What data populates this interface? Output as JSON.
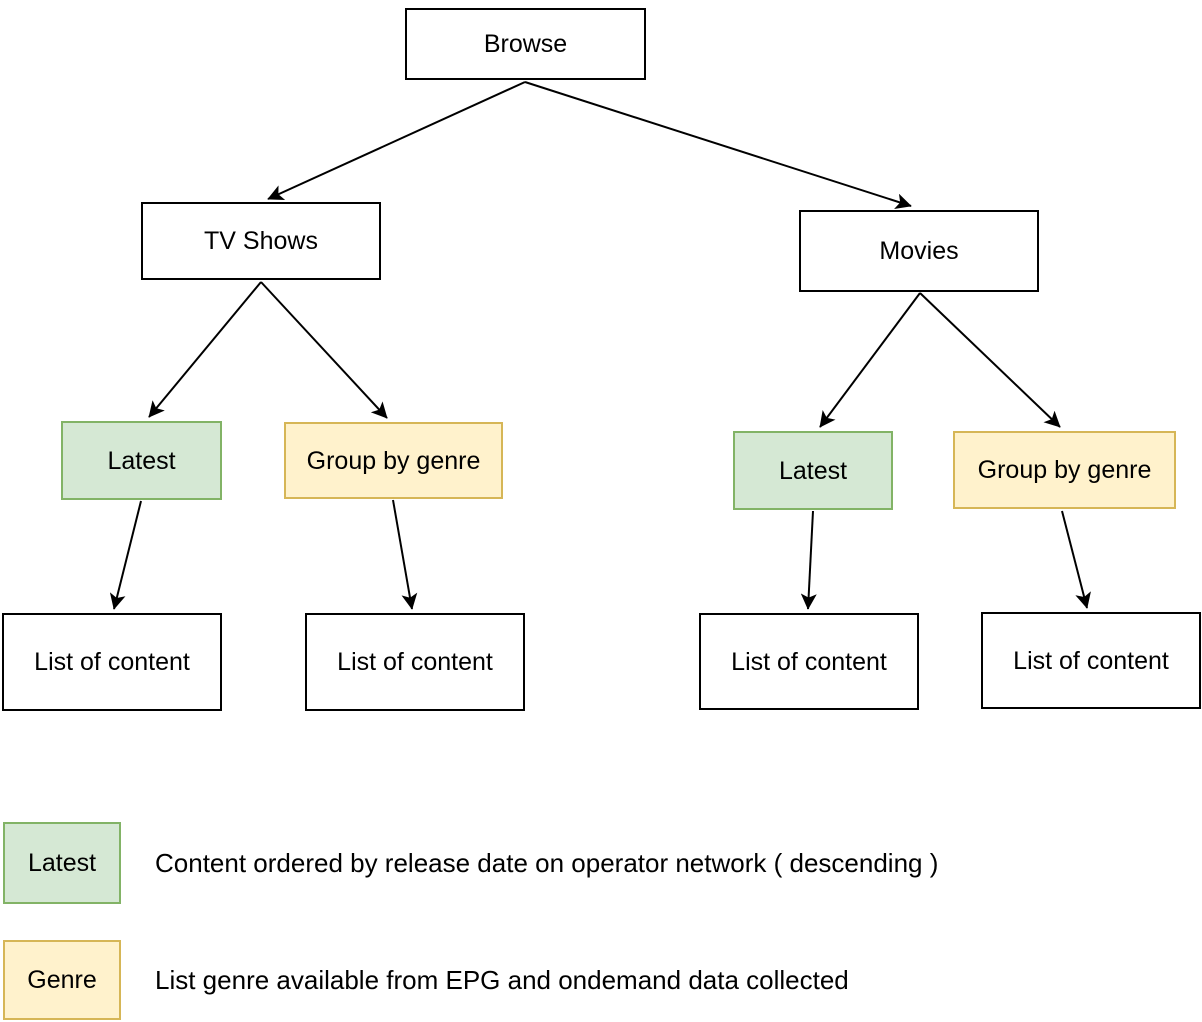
{
  "nodes": {
    "browse": "Browse",
    "tv_shows": "TV Shows",
    "movies": "Movies",
    "tv_latest": "Latest",
    "tv_group_by_genre": "Group by genre",
    "movies_latest": "Latest",
    "movies_group_by_genre": "Group by genre",
    "tv_latest_list": "List of content",
    "tv_genre_list": "List of content",
    "movies_latest_list": "List of content",
    "movies_genre_list": "List of content"
  },
  "legend": {
    "latest": {
      "label": "Latest",
      "description": "Content ordered by release date on operator network ( descending )"
    },
    "genre": {
      "label": "Genre",
      "description": "List genre available from EPG and ondemand data collected"
    }
  },
  "colors": {
    "background": "#ffffff",
    "plain_fill": "#ffffff",
    "plain_border": "#000000",
    "latest_fill": "#d5e8d4",
    "latest_border": "#82b366",
    "genre_fill": "#fff2cc",
    "genre_border": "#d6b656",
    "arrow": "#000000"
  }
}
